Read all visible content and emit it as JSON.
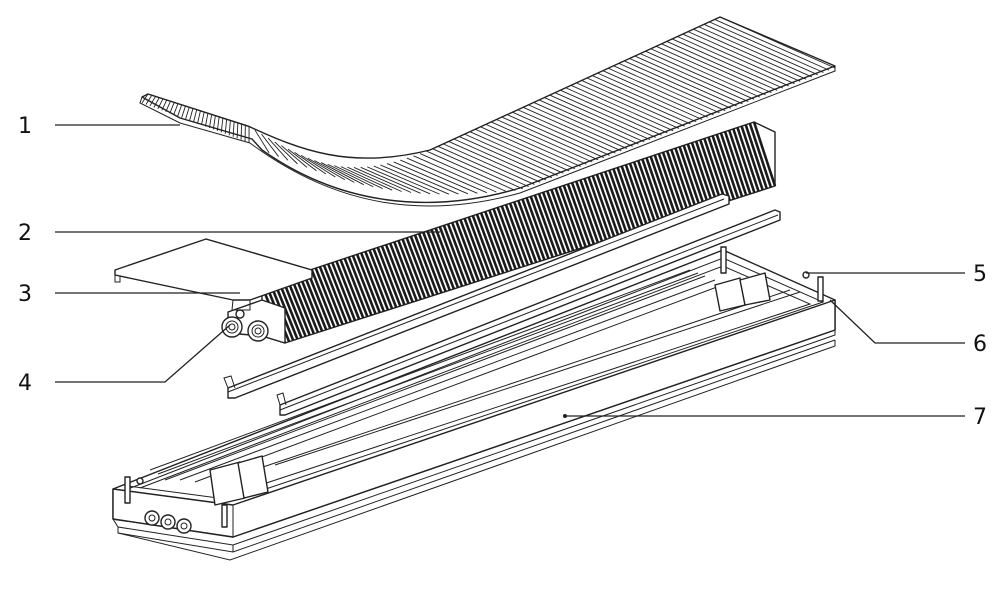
{
  "callouts": [
    {
      "id": "1",
      "label": "1"
    },
    {
      "id": "2",
      "label": "2"
    },
    {
      "id": "3",
      "label": "3"
    },
    {
      "id": "4",
      "label": "4"
    },
    {
      "id": "5",
      "label": "5"
    },
    {
      "id": "6",
      "label": "6"
    },
    {
      "id": "7",
      "label": "7"
    }
  ],
  "colors": {
    "line": "#222222",
    "fin": "#1a1a1a",
    "background": "#ffffff"
  }
}
